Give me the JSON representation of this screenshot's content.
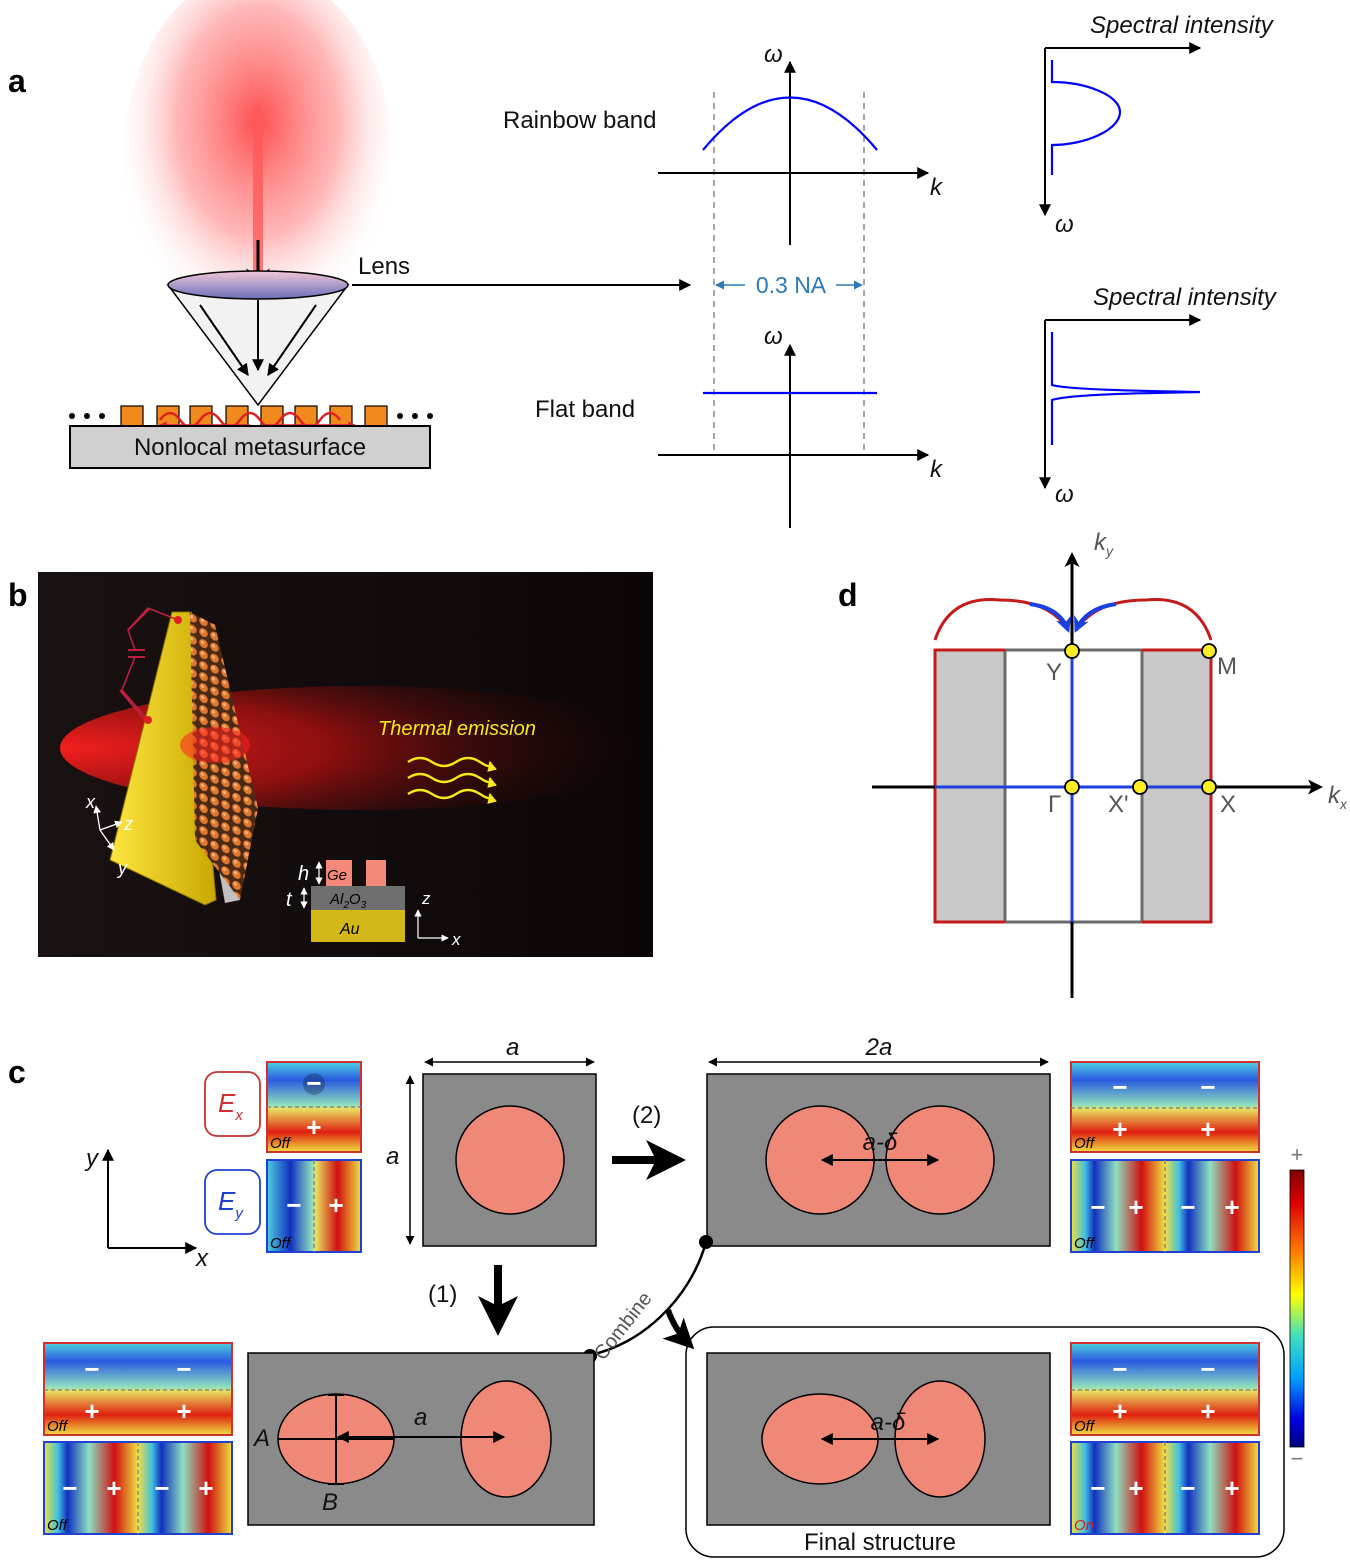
{
  "panels": {
    "a": "a",
    "b": "b",
    "c": "c",
    "d": "d"
  },
  "panel_a": {
    "lens_label": "Lens",
    "metasurface_label": "Nonlocal metasurface",
    "rainbow_band_label": "Rainbow band",
    "flat_band_label": "Flat band",
    "na_label": "0.3 NA",
    "omega": "ω",
    "k": "k",
    "spectral_intensity": "Spectral intensity"
  },
  "panel_b": {
    "thermal_emission": "Thermal emission",
    "axis_x": "x",
    "axis_y": "y",
    "axis_z": "z",
    "h": "h",
    "t": "t",
    "ge": "Ge",
    "al2o3_main": "Al",
    "al2o3_sub1": "2",
    "al2o3_o": "O",
    "al2o3_sub2": "3",
    "au": "Au"
  },
  "panel_c": {
    "ex_main": "E",
    "ex_sub": "x",
    "ey_main": "E",
    "ey_sub": "y",
    "axis_x": "x",
    "axis_y": "y",
    "dim_a": "a",
    "dim_2a": "2a",
    "dim_a_delta": "a-δ",
    "label_A": "A",
    "label_B": "B",
    "step1": "(1)",
    "step2": "(2)",
    "combine": "Combine",
    "final_structure": "Final structure",
    "off": "Off",
    "on": "On",
    "plus": "+",
    "minus": "−"
  },
  "panel_d": {
    "kx_main": "k",
    "kx_sub": "x",
    "ky_main": "k",
    "ky_sub": "y",
    "Y": "Y",
    "M": "M",
    "Gamma": "Γ",
    "Xp": "X'",
    "X": "X"
  },
  "colors": {
    "band_blue": "#0000ff",
    "na_blue": "#2a7ab8",
    "dimer_salmon": "#f08878",
    "unit_cell_gray": "#8a8a8a",
    "bz_red": "#c41a1a",
    "ex_box_red": "#d03030",
    "ey_box_blue": "#2040d0",
    "emission_yellow": "#f4e81c"
  }
}
